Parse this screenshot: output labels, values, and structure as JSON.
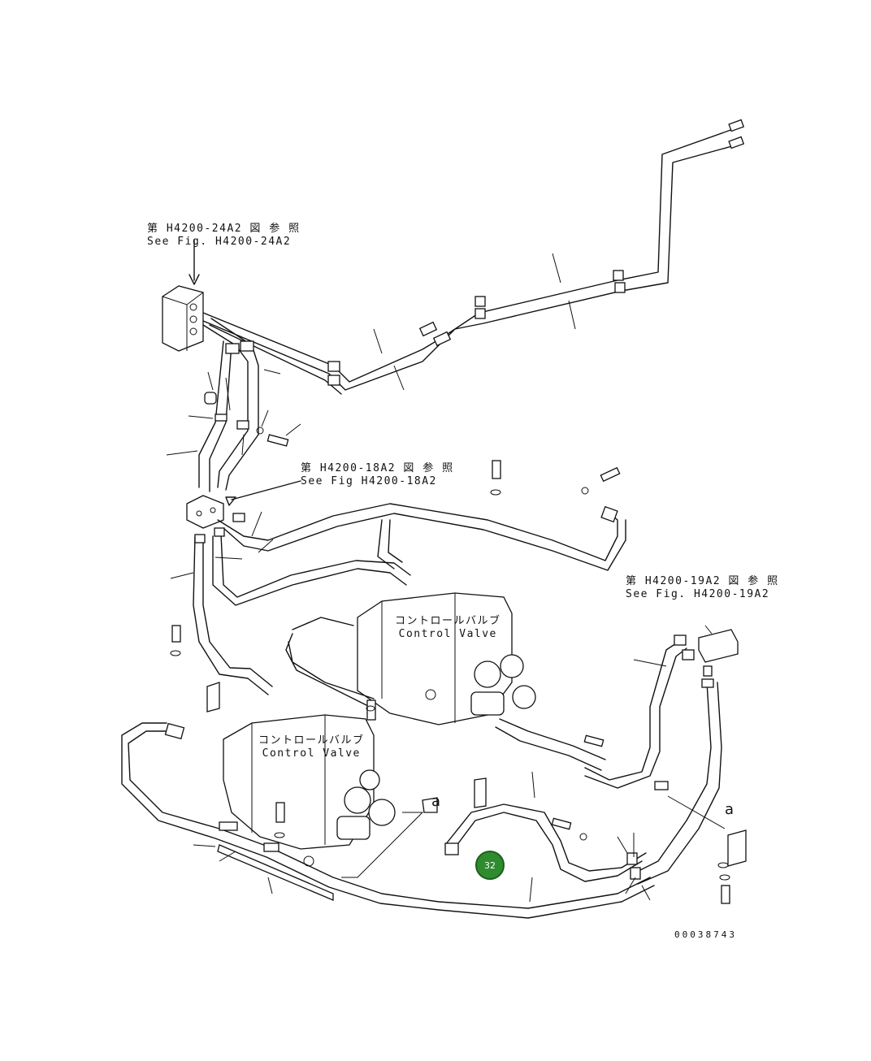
{
  "references": [
    {
      "jp": "第 H4200-24A2 図 参 照",
      "en": "See Fig. H4200-24A2"
    },
    {
      "jp": "第 H4200-18A2 図 参 照",
      "en": "See Fig H4200-18A2"
    },
    {
      "jp": "第 H4200-19A2 図 参 照",
      "en": "See Fig. H4200-19A2"
    }
  ],
  "valves": [
    {
      "jp": "コントロールバルブ",
      "en": "Control Valve"
    },
    {
      "jp": "コントロールバルブ",
      "en": "Control Valve"
    }
  ],
  "callouts": [
    "a",
    "a"
  ],
  "part_badge": {
    "number": "32",
    "color": "#2e8b2e"
  },
  "drawing_number": "00038743"
}
